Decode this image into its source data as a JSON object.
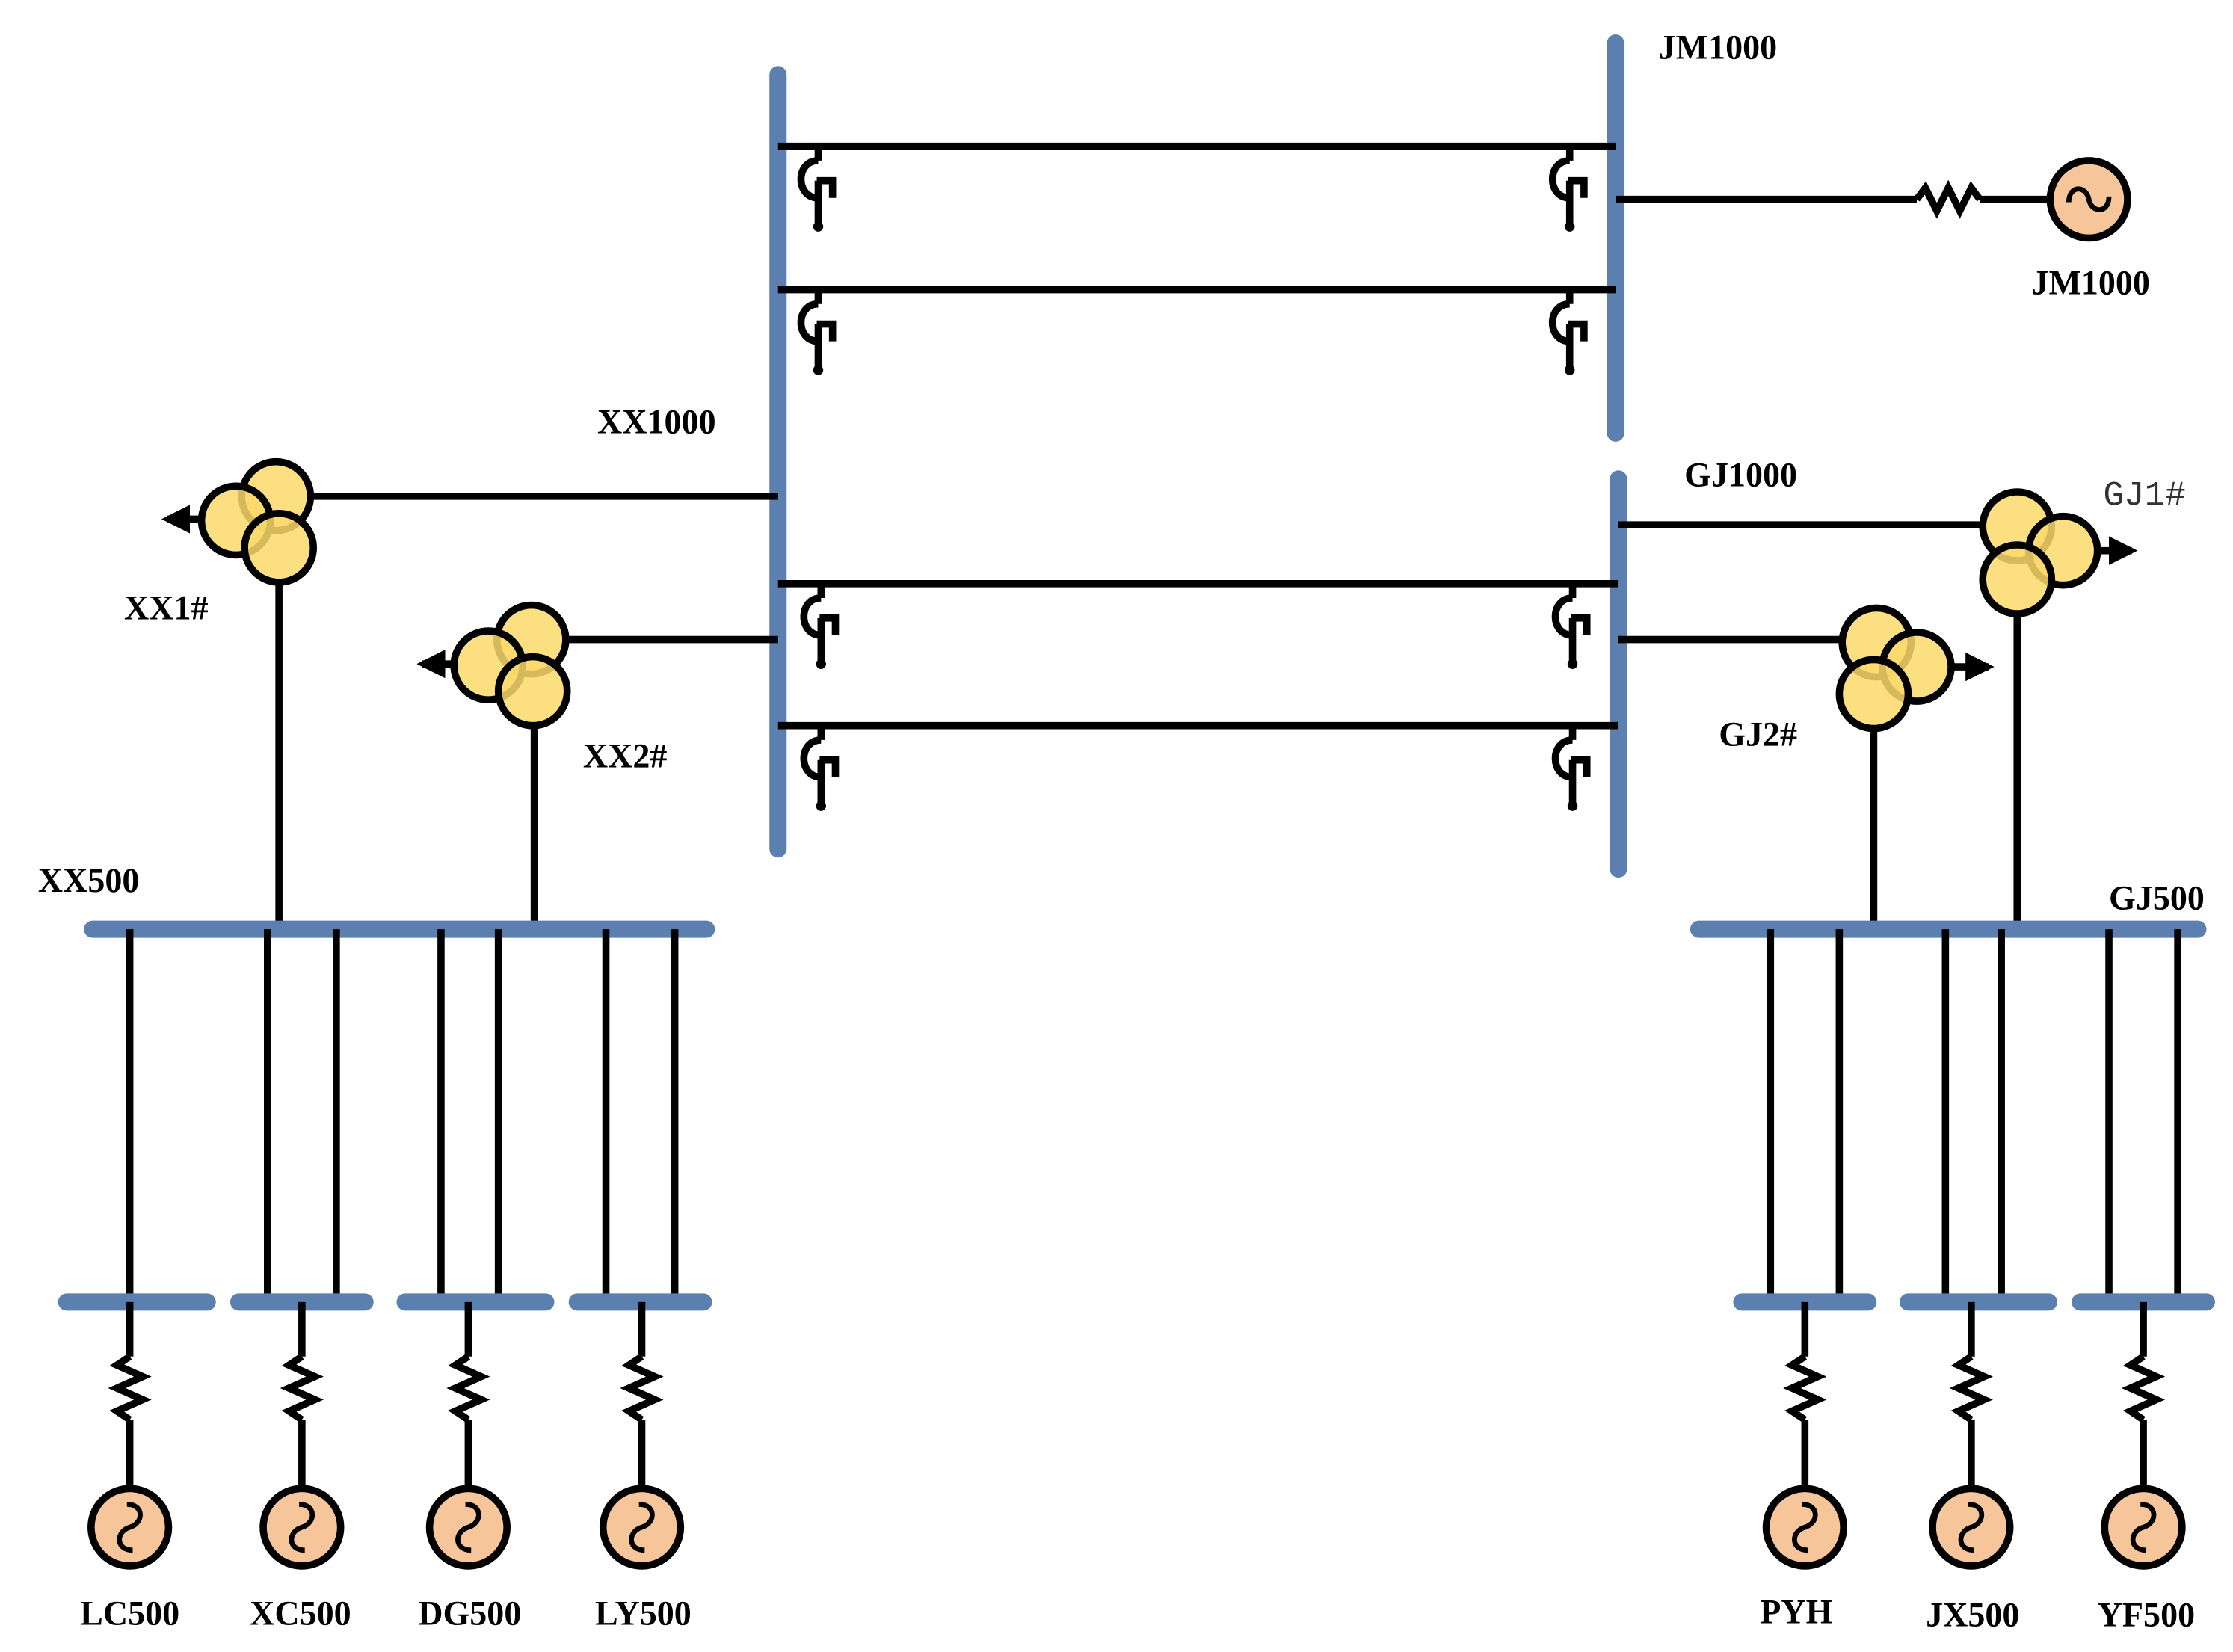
{
  "buses": {
    "jm1000": "JM1000",
    "xx1000": "XX1000",
    "gj1000": "GJ1000",
    "xx500": "XX500",
    "gj500": "GJ500"
  },
  "transformers": {
    "xx1": "XX1#",
    "xx2": "XX2#",
    "gj1": "GJ1#",
    "gj2": "GJ2#"
  },
  "generators": {
    "jm1000": "JM1000",
    "lc500": "LC500",
    "xc500": "XC500",
    "dg500": "DG500",
    "ly500": "LY500",
    "pyh": "PYH",
    "jx500": "JX500",
    "yf500": "YF500"
  },
  "colors": {
    "bus": "#5b80b0",
    "generator": "#f7c59a",
    "transformer": "#fbd96a",
    "wire": "#000000"
  }
}
